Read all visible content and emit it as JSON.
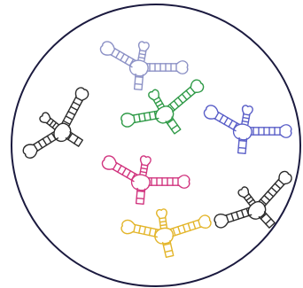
{
  "diagram": {
    "boundary_color": "#1b1a3f",
    "molecules": [
      {
        "name": "molecule-lavender",
        "color": "#8d92c6"
      },
      {
        "name": "molecule-black-left",
        "color": "#2b2b2b"
      },
      {
        "name": "molecule-green",
        "color": "#2f9a47"
      },
      {
        "name": "molecule-blue",
        "color": "#5a5fc8"
      },
      {
        "name": "molecule-magenta",
        "color": "#d1357f"
      },
      {
        "name": "molecule-black-right",
        "color": "#2b2b2b"
      },
      {
        "name": "molecule-yellow",
        "color": "#e3b52a"
      }
    ]
  }
}
